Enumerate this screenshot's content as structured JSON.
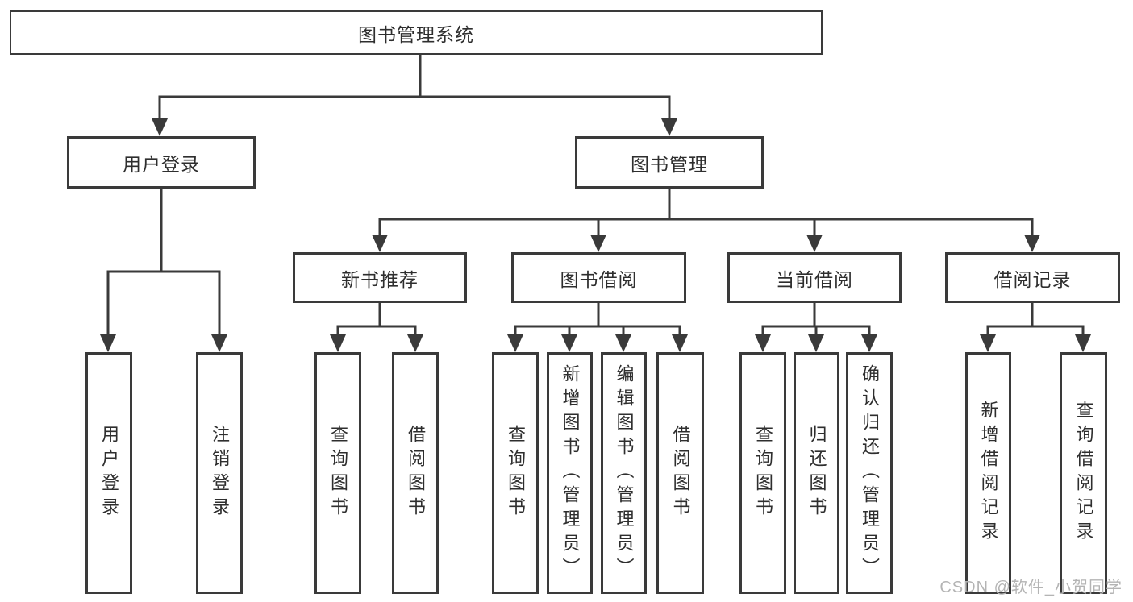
{
  "diagram": {
    "watermark": "CSDN @软件_小贺同学",
    "colors": {
      "line": "#3a3a3a",
      "box_border": "#3a3a3a",
      "text": "#2e2e2e",
      "watermark_text": "#b4b4b4",
      "background": "#ffffff"
    },
    "nodes": {
      "root": {
        "label": "图书管理系统"
      },
      "user_login_branch": {
        "label": "用户登录"
      },
      "book_management_branch": {
        "label": "图书管理"
      },
      "new_book_recommend": {
        "label": "新书推荐"
      },
      "book_borrow": {
        "label": "图书借阅"
      },
      "current_borrow": {
        "label": "当前借阅"
      },
      "borrow_records": {
        "label": "借阅记录"
      },
      "user_login_leaf": {
        "label": "用户登录"
      },
      "logout_leaf": {
        "label": "注销登录"
      },
      "rec_query_books": {
        "label": "查询图书"
      },
      "rec_borrow_books": {
        "label": "借阅图书"
      },
      "bb_query_books": {
        "label": "查询图书"
      },
      "bb_add_books": {
        "label": "新增图书（管理员）"
      },
      "bb_edit_books": {
        "label": "编辑图书（管理员）"
      },
      "bb_borrow_books": {
        "label": "借阅图书"
      },
      "cb_query_books": {
        "label": "查询图书"
      },
      "cb_return_books": {
        "label": "归还图书"
      },
      "cb_confirm_return": {
        "label": "确认归还（管理员）"
      },
      "br_add_record": {
        "label": "新增借阅记录"
      },
      "br_query_record": {
        "label": "查询借阅记录"
      }
    }
  }
}
